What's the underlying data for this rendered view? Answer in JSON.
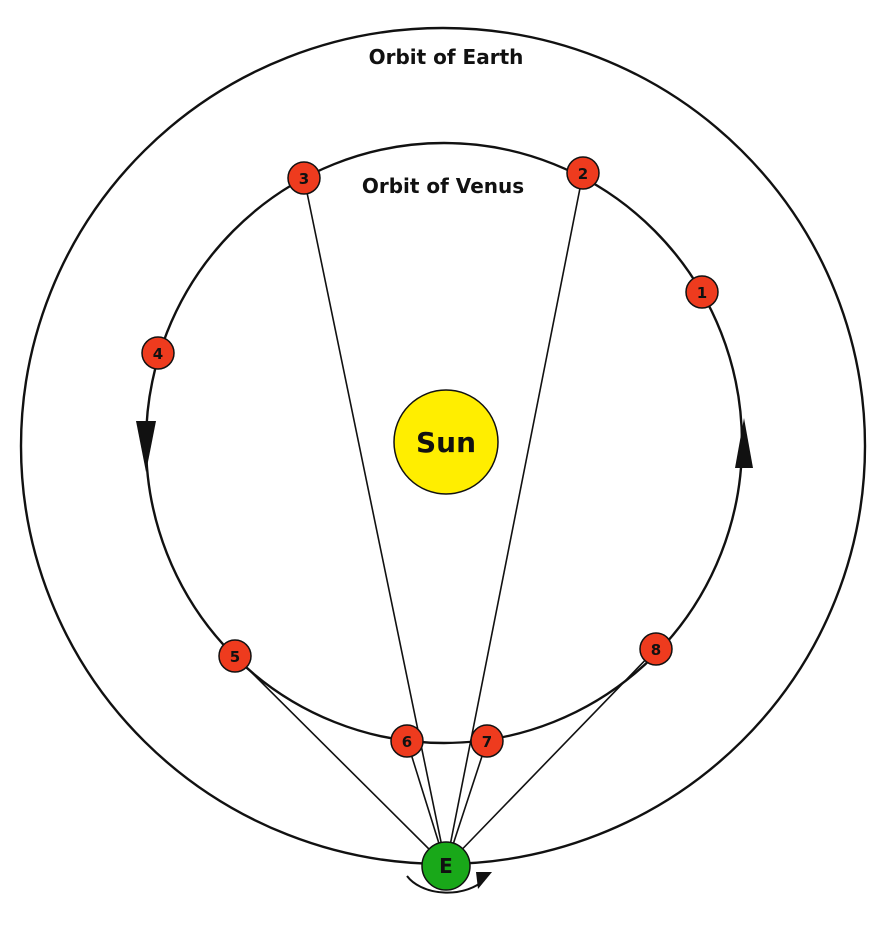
{
  "labels": {
    "earth_orbit": "Orbit of Earth",
    "venus_orbit": "Orbit of Venus",
    "sun": "Sun",
    "earth": "E"
  },
  "venus_positions": [
    "1",
    "2",
    "3",
    "4",
    "5",
    "6",
    "7",
    "8"
  ],
  "colors": {
    "venus": "#ee3b1e",
    "sun": "#ffee00",
    "earth": "#19a819",
    "line": "#111111"
  }
}
